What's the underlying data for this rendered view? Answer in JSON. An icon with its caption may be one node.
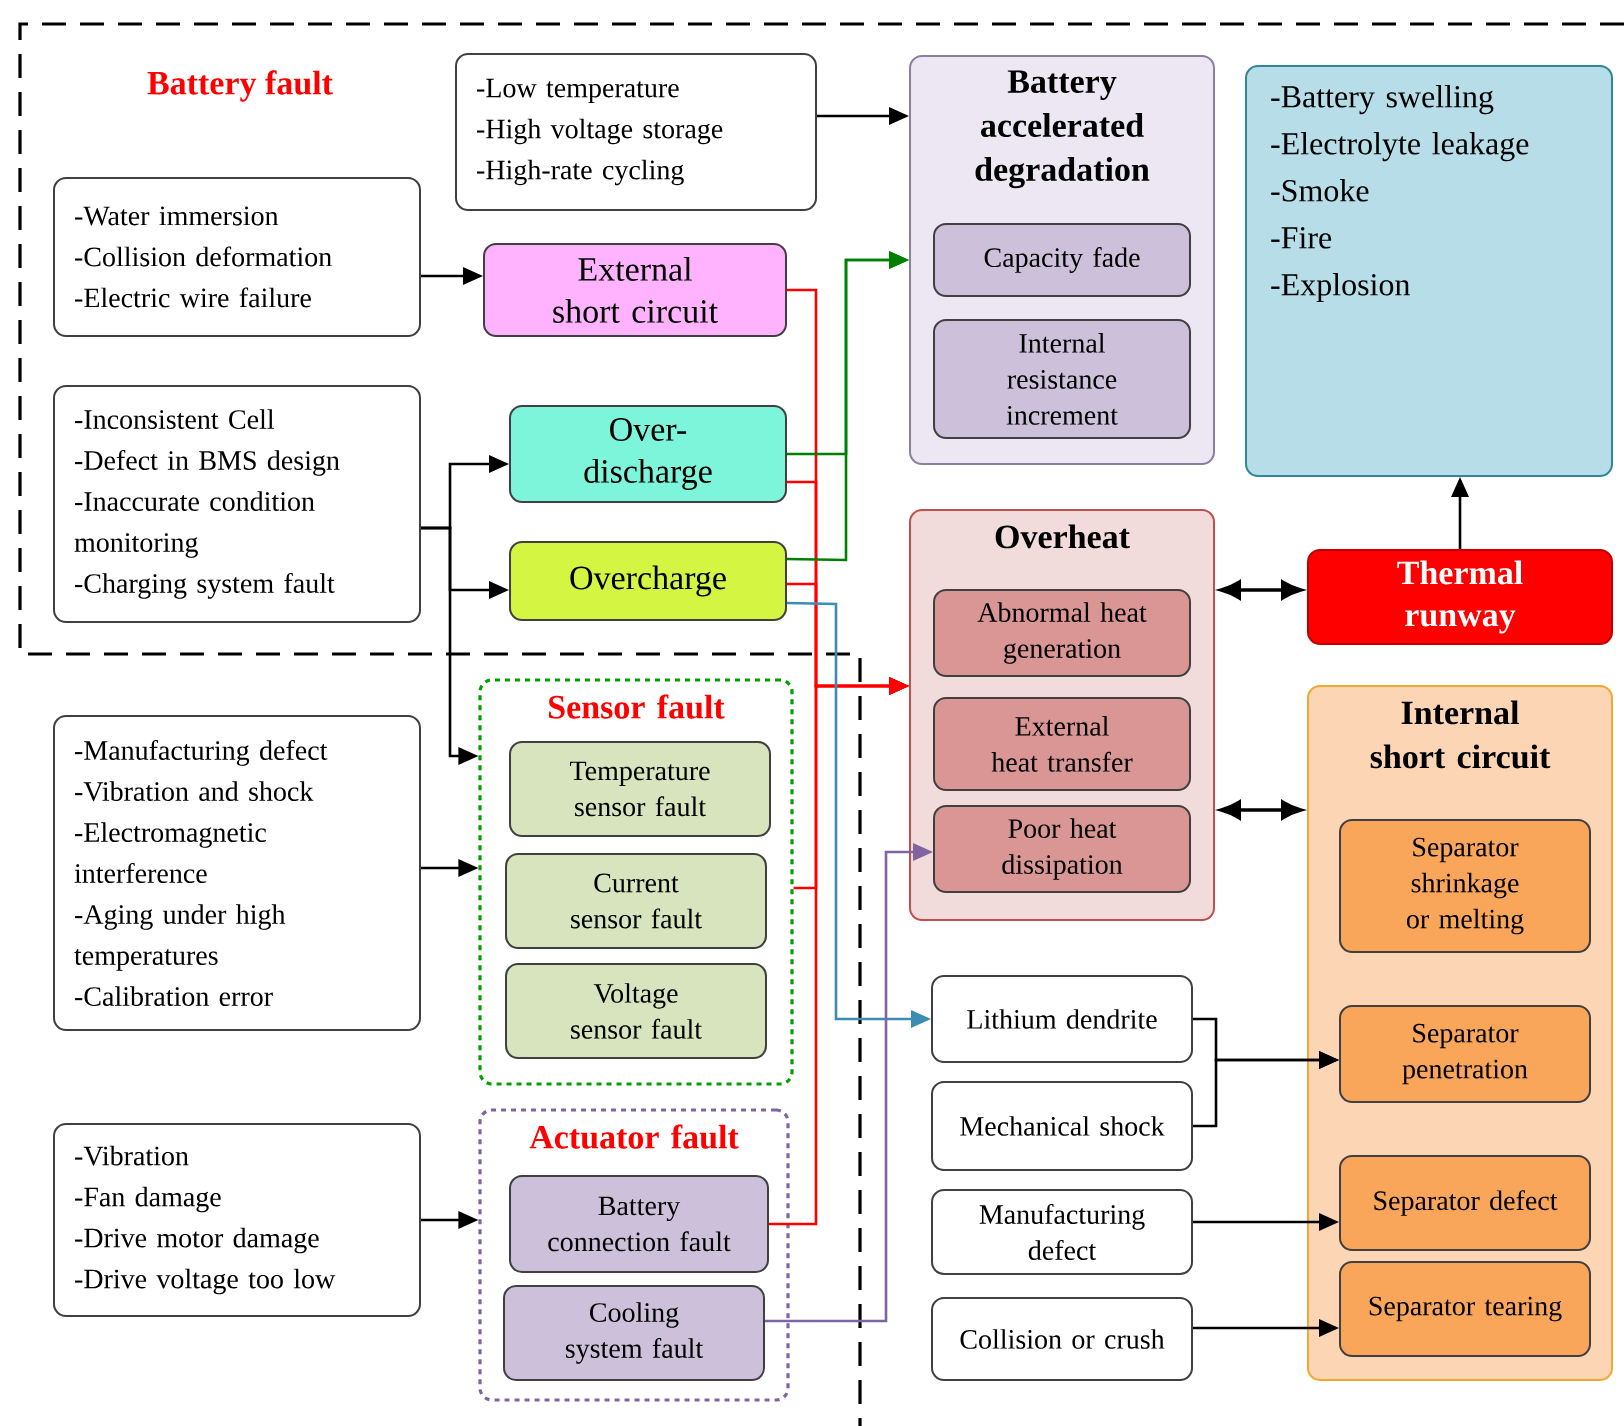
{
  "diagram": {
    "nodes": [
      {
        "text": [
          "-Low temperature",
          "-High voltage storage",
          "-High-rate cycling"
        ]
      },
      {
        "text": [
          "Battery accelerated degradation"
        ]
      },
      {
        "text": [
          "Capacity fade"
        ],
        "in": 1
      },
      {
        "text": [
          "Internal resistance increment"
        ],
        "in": 1
      },
      {
        "text": [
          "-Battery swelling",
          "-Electrolyte leakage",
          "-Smoke",
          "-Fire",
          "-Explosion"
        ]
      },
      {
        "text": [
          "-Water immersion",
          "-Collision deformation",
          "-Electric wire failure"
        ]
      },
      {
        "text": [
          "External short circuit"
        ]
      },
      {
        "text": [
          "-Inconsistent Cell",
          "-Defect in BMS design",
          "-Inaccurate condition monitoring",
          "-Charging system fault"
        ]
      },
      {
        "text": [
          "Over-discharge"
        ]
      },
      {
        "text": [
          "Overcharge"
        ]
      },
      {
        "text": [
          "Overheat"
        ]
      },
      {
        "text": [
          "Abnormal heat generation"
        ],
        "in": 10
      },
      {
        "text": [
          "External heat transfer"
        ],
        "in": 10
      },
      {
        "text": [
          "Poor heat dissipation"
        ],
        "in": 10
      },
      {
        "text": [
          "Thermal runway"
        ]
      },
      {
        "text": [
          "Internal short circuit"
        ]
      },
      {
        "text": [
          "Separator shrinkage or melting"
        ],
        "in": 15
      },
      {
        "text": [
          "Separator penetration"
        ],
        "in": 15
      },
      {
        "text": [
          "Separator defect"
        ],
        "in": 15
      },
      {
        "text": [
          "Separator tearing"
        ],
        "in": 15
      },
      {
        "text": [
          "-Manufacturing defect",
          "-Vibration and shock",
          "-Electromagnetic interference",
          "-Aging under high temperatures",
          "-Calibration error"
        ]
      },
      {
        "text": [
          "Sensor fault"
        ]
      },
      {
        "text": [
          "Temperature sensor fault"
        ],
        "in": 21
      },
      {
        "text": [
          "Current sensor fault"
        ],
        "in": 21
      },
      {
        "text": [
          "Voltage sensor fault"
        ],
        "in": 21
      },
      {
        "text": [
          "-Vibration",
          "-Fan damage",
          "-Drive motor damage",
          "-Drive voltage too low"
        ]
      },
      {
        "text": [
          "Actuator fault"
        ]
      },
      {
        "text": [
          "Battery connection fault"
        ],
        "in": 26
      },
      {
        "text": [
          "Cooling system fault"
        ],
        "in": 26
      },
      {
        "text": [
          "Lithium dendrite"
        ]
      },
      {
        "text": [
          "Mechanical shock"
        ]
      },
      {
        "text": [
          "Manufacturing defect"
        ]
      },
      {
        "text": [
          "Collision or crush"
        ]
      }
    ],
    "edges": [
      {
        "from": 0,
        "to": 1,
        "arrow": "to"
      },
      {
        "from": 5,
        "to": 6,
        "arrow": "to"
      },
      {
        "from": 7,
        "to": 8,
        "arrow": "to"
      },
      {
        "from": 7,
        "to": 9,
        "arrow": "to"
      },
      {
        "from": 7,
        "to": 21,
        "arrow": "to"
      },
      {
        "from": 20,
        "to": 21,
        "arrow": "to"
      },
      {
        "from": 25,
        "to": 26,
        "arrow": "to"
      },
      {
        "from": 6,
        "to": 10,
        "arrow": "to",
        "color": "#ff0000"
      },
      {
        "from": 8,
        "to": 10,
        "arrow": "to",
        "color": "#ff0000"
      },
      {
        "from": 9,
        "to": 10,
        "arrow": "to",
        "color": "#ff0000"
      },
      {
        "from": 21,
        "to": 10,
        "arrow": "to",
        "color": "#ff0000"
      },
      {
        "from": 27,
        "to": 10,
        "arrow": "to",
        "color": "#ff0000"
      },
      {
        "from": 8,
        "to": 1,
        "arrow": "to",
        "color": "#008000"
      },
      {
        "from": 9,
        "to": 1,
        "arrow": "to",
        "color": "#008000"
      },
      {
        "from": 9,
        "to": 29,
        "arrow": "to",
        "color": "#3c8cb4"
      },
      {
        "from": 28,
        "to": 13,
        "arrow": "to",
        "color": "#8064a2"
      },
      {
        "from": 10,
        "to": 14,
        "arrow": "both"
      },
      {
        "from": 10,
        "to": 15,
        "arrow": "both"
      },
      {
        "from": 14,
        "to": 4,
        "arrow": "to"
      },
      {
        "from": 29,
        "to": 17,
        "arrow": "to"
      },
      {
        "from": 30,
        "to": 17,
        "arrow": "to"
      },
      {
        "from": 31,
        "to": 18,
        "arrow": "to"
      },
      {
        "from": 32,
        "to": 19,
        "arrow": "to"
      }
    ],
    "labels": [
      "Battery fault"
    ]
  }
}
